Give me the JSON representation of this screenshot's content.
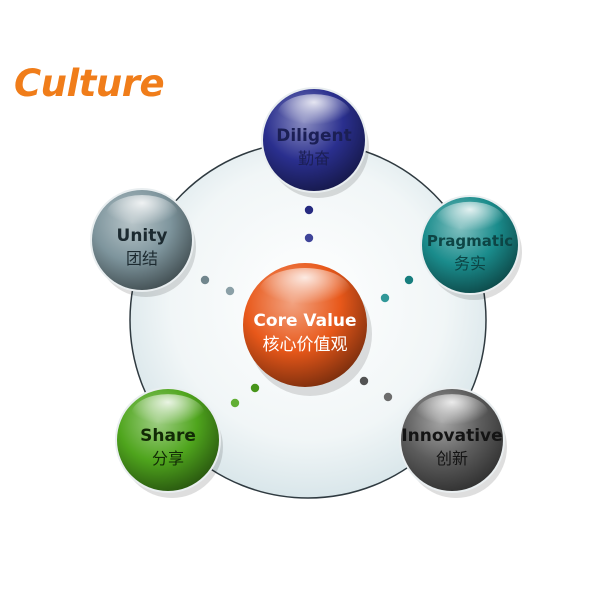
{
  "title": "Culture",
  "center": {
    "label_en": "Core Value",
    "label_zh": "核心价值观",
    "color": "#e8581a"
  },
  "values": [
    {
      "id": "diligent",
      "label_en": "Diligent",
      "label_zh": "勤奋",
      "color": "#2a2f8e",
      "text_color": "#1b1f55"
    },
    {
      "id": "pragmatic",
      "label_en": "Pragmatic",
      "label_zh": "务实",
      "color": "#1a8c8c",
      "text_color": "#0d4545"
    },
    {
      "id": "innovative",
      "label_en": "Innovative",
      "label_zh": "创新",
      "color": "#5c5c5c",
      "text_color": "#141414"
    },
    {
      "id": "share",
      "label_en": "Share",
      "label_zh": "分享",
      "color": "#4fa51d",
      "text_color": "#122a06"
    },
    {
      "id": "unity",
      "label_en": "Unity",
      "label_zh": "团结",
      "color": "#7e959d",
      "text_color": "#1c2a30"
    }
  ]
}
